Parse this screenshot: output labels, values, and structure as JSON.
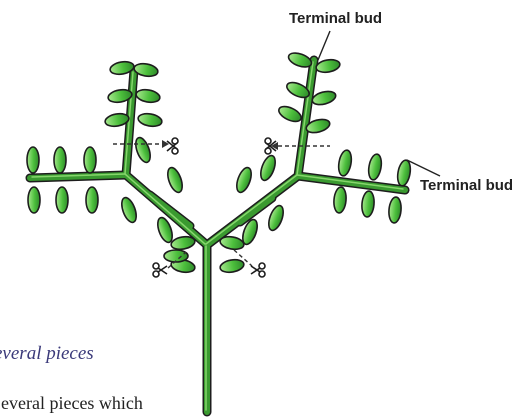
{
  "diagram": {
    "labels": {
      "terminal_bud_top": "Terminal bud",
      "terminal_bud_right": "Terminal bud"
    },
    "caption": {
      "heading": "everal pieces",
      "body": "everal pieces which"
    },
    "colors": {
      "stem": "#2e8a2a",
      "stem_highlight": "#7fd36a",
      "leaf": "#4cbf3c",
      "leaf_light": "#a8e88f",
      "outline": "#1d1d1d",
      "cut_line": "#333333",
      "heading_text": "#3b3a7a"
    },
    "icons": [
      "scissors-icon",
      "scissors-icon",
      "scissors-icon",
      "scissors-icon"
    ]
  }
}
